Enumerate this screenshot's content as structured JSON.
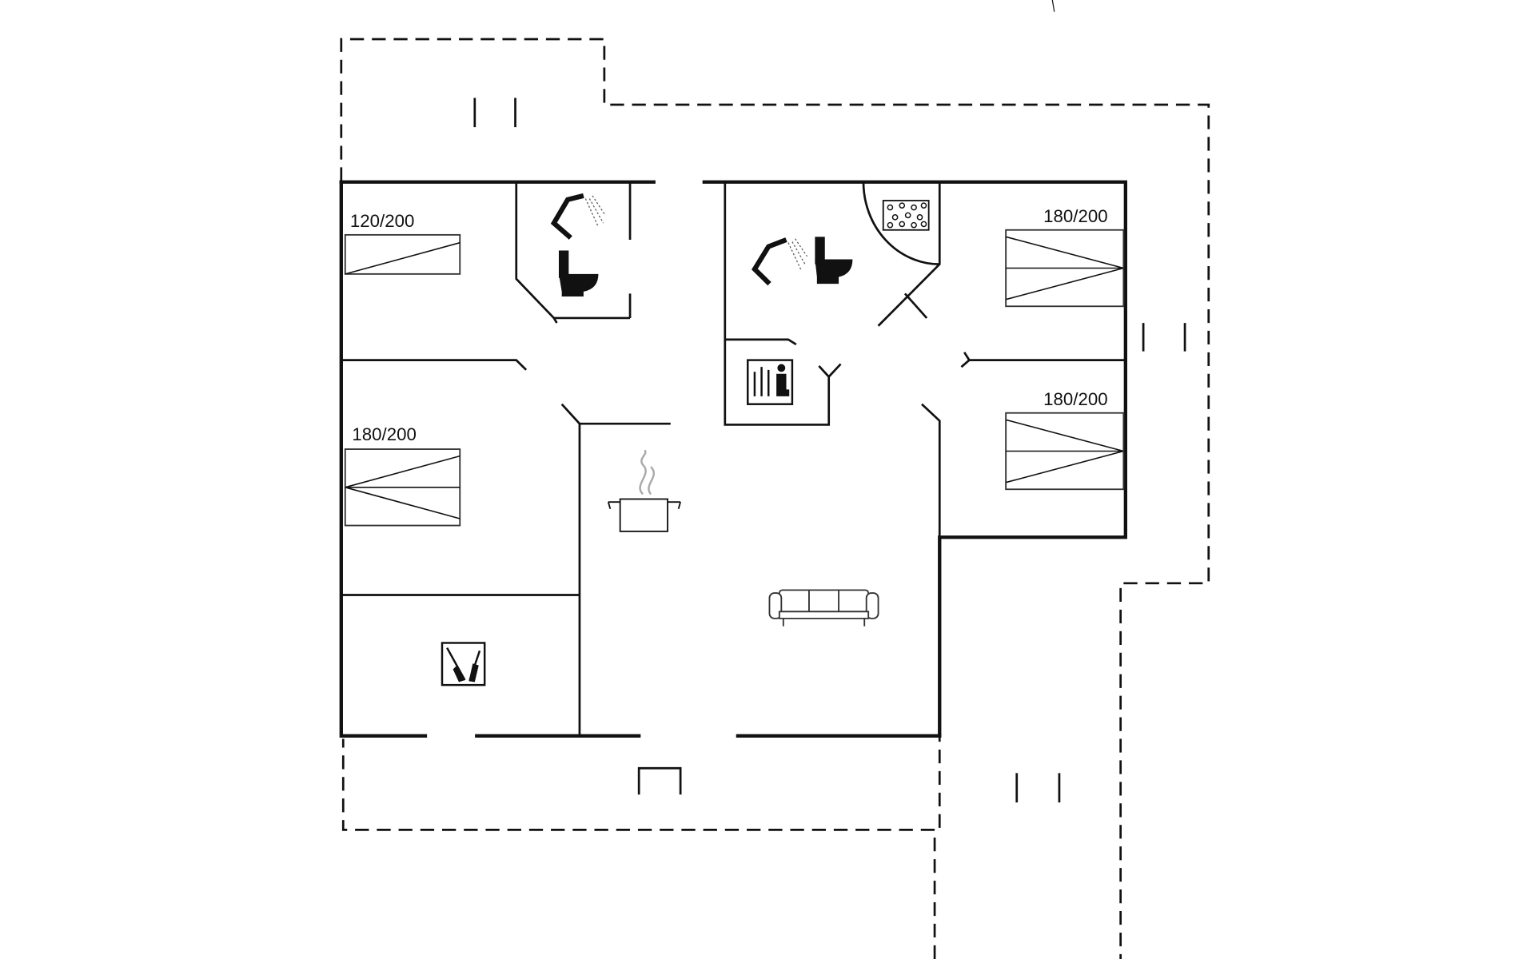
{
  "plan": {
    "beds": [
      {
        "label": "120/200"
      },
      {
        "label": "180/200"
      },
      {
        "label": "180/200"
      },
      {
        "label": "180/200"
      }
    ],
    "icons": [
      "shower-icon",
      "toilet-icon",
      "shower-icon",
      "toilet-icon",
      "whirlpool-icon",
      "sauna-icon",
      "cooking-pot-icon",
      "sofa-icon",
      "washing-machine-icon"
    ]
  }
}
